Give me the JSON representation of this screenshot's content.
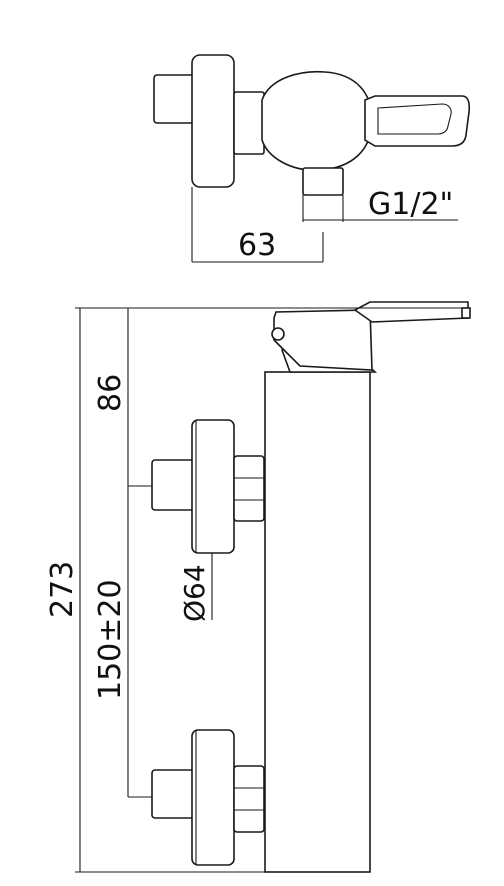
{
  "dimensions": {
    "wall_depth": "63",
    "thread_size": "G1/2\"",
    "top_to_center": "86",
    "total_height": "273",
    "center_distance": "150±20",
    "escutcheon_diameter": "Ø64"
  }
}
